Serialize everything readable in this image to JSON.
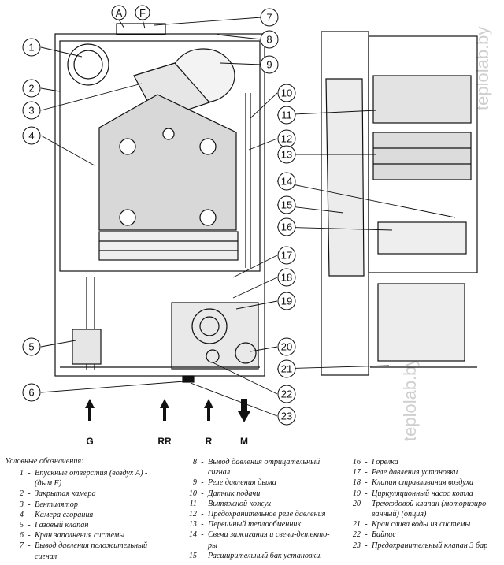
{
  "top_markers": [
    "A",
    "F"
  ],
  "callouts": [
    "1",
    "2",
    "3",
    "4",
    "5",
    "6",
    "7",
    "8",
    "9",
    "10",
    "11",
    "12",
    "13",
    "14",
    "15",
    "16",
    "17",
    "18",
    "19",
    "20",
    "21",
    "22",
    "23"
  ],
  "flow_labels": [
    "G",
    "RR",
    "R",
    "M"
  ],
  "watermark": "teplolab.by",
  "legend": {
    "title": "Условные обозначения:",
    "col1": [
      {
        "n": "1",
        "t": "Впускные отверстия (воздух A) -",
        "t2": "(дым F)"
      },
      {
        "n": "2",
        "t": "Закрытая камера"
      },
      {
        "n": "3",
        "t": "Вентилятор"
      },
      {
        "n": "4",
        "t": "Камера сгорания"
      },
      {
        "n": "5",
        "t": "Газовый клапан"
      },
      {
        "n": "6",
        "t": "Кран заполнения системы"
      },
      {
        "n": "7",
        "t": "Вывод давления положительный",
        "t2": "сигнал"
      }
    ],
    "col2": [
      {
        "n": "8",
        "t": "Вывод давления отрицательный",
        "t2": "сигнал"
      },
      {
        "n": "9",
        "t": "Реле давления дыма"
      },
      {
        "n": "10",
        "t": "Датчик подачи"
      },
      {
        "n": "11",
        "t": "Вытяжной кожух"
      },
      {
        "n": "12",
        "t": "Предохранительное реле давления"
      },
      {
        "n": "13",
        "t": "Первичный теплообменник"
      },
      {
        "n": "14",
        "t": "Свечи зажигания и свечи-детекто-",
        "t2": "ры"
      },
      {
        "n": "15",
        "t": "Расширительный бак установки."
      }
    ],
    "col3": [
      {
        "n": "16",
        "t": "Горелка"
      },
      {
        "n": "17",
        "t": "Реле давления установки"
      },
      {
        "n": "18",
        "t": "Клапан стравливания воздуха"
      },
      {
        "n": "19",
        "t": "Циркуляционный насос котла"
      },
      {
        "n": "20",
        "t": "Трехходовой клапан (моторизиро-",
        "t2": "ванный) (опция)"
      },
      {
        "n": "21",
        "t": "Кран слива воды из системы"
      },
      {
        "n": "22",
        "t": "Байпас"
      },
      {
        "n": "23",
        "t": "Предохранительный клапан 3 бар"
      }
    ]
  }
}
